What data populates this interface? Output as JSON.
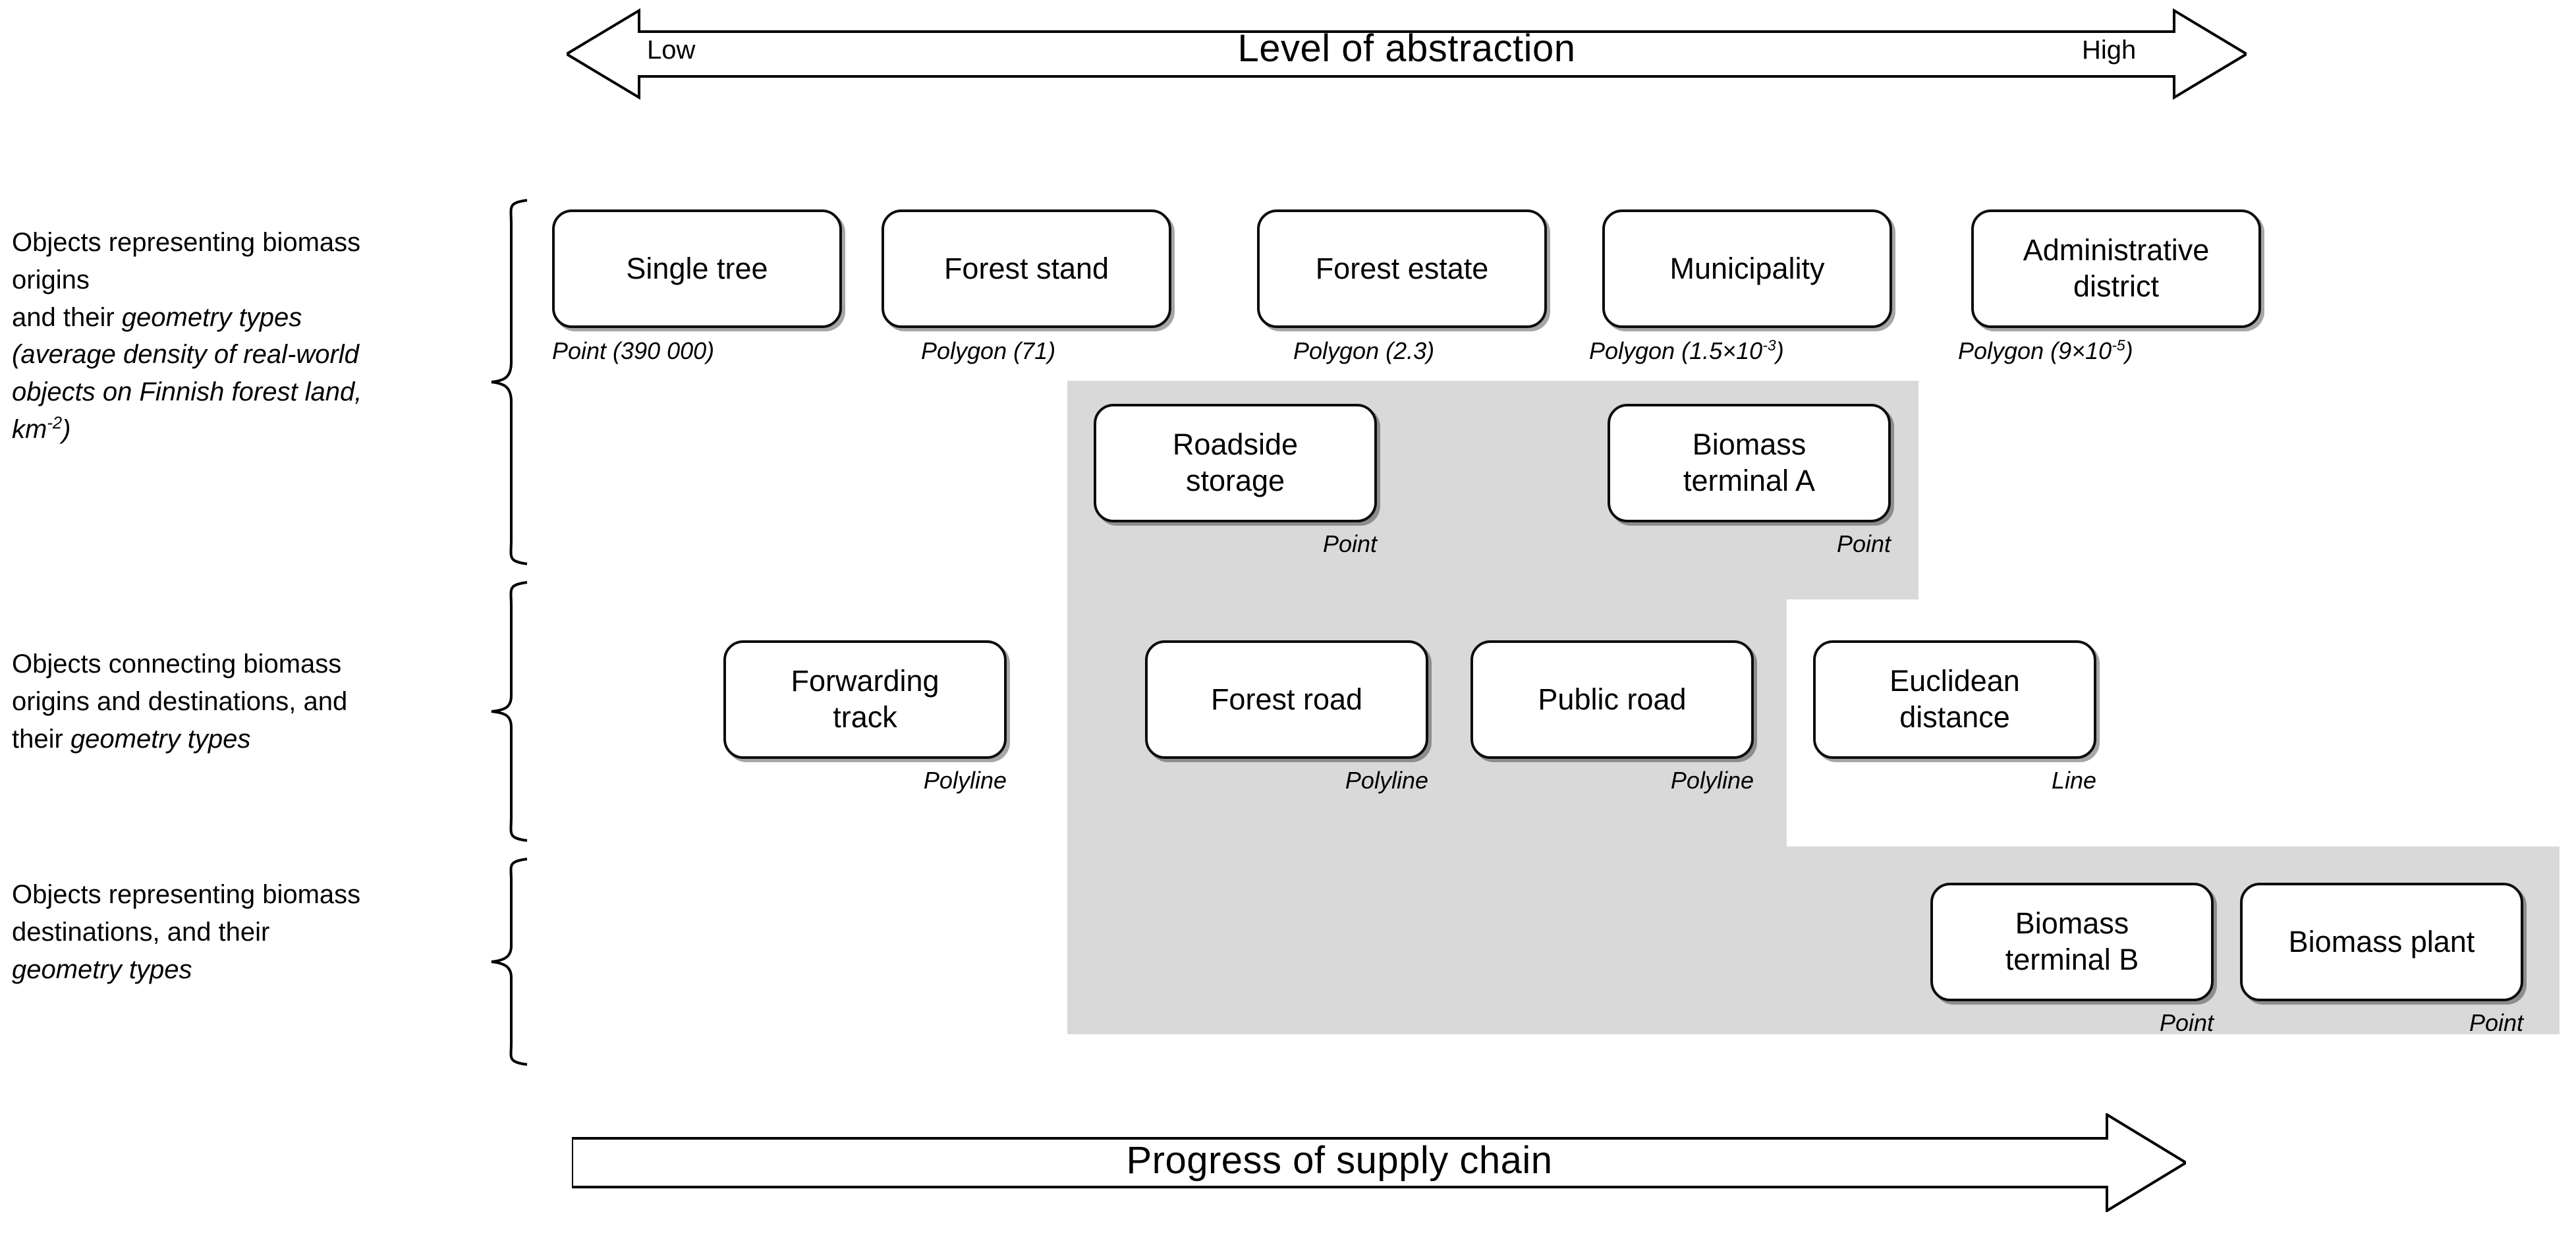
{
  "axes": {
    "top": {
      "title": "Level of abstraction",
      "left_end": "Low",
      "right_end": "High",
      "direction": "double"
    },
    "bottom": {
      "title": "Progress of supply chain",
      "direction": "right"
    }
  },
  "row_labels": [
    {
      "id": "origins",
      "lines": [
        "Objects representing biomass",
        "origins",
        "and their ",
        "(average density of real-world",
        "objects on Finnish forest land,",
        "km"
      ],
      "line1": "Objects representing biomass",
      "line2": "origins",
      "line3_plain": "and their ",
      "line3_italic": "geometry types",
      "line4_italic": "(average density of real-world",
      "line5_italic": "objects on Finnish forest land,",
      "line6_italic": "km",
      "line6_sup": "-2",
      "line6_tail": ")"
    },
    {
      "id": "connections",
      "line1": "Objects connecting biomass",
      "line2": "origins and destinations, and",
      "line3_plain": "their ",
      "line3_italic": "geometry types"
    },
    {
      "id": "destinations",
      "line1": "Objects representing biomass",
      "line2": "destinations, and their",
      "line3_italic": "geometry types"
    }
  ],
  "nodes": [
    {
      "id": "single-tree",
      "label": "Single tree",
      "geometry": "Point (390 000)",
      "geometry_align": "left"
    },
    {
      "id": "forest-stand",
      "label": "Forest stand",
      "geometry": "Polygon (71)",
      "geometry_align": "left"
    },
    {
      "id": "forest-estate",
      "label": "Forest estate",
      "geometry": "Polygon (2.3)",
      "geometry_align": "left"
    },
    {
      "id": "municipality",
      "label": "Municipality",
      "geometry": "Polygon (1.5×10",
      "geometry_sup": "-3",
      "geometry_tail": ")",
      "geometry_align": "left"
    },
    {
      "id": "administrative-district",
      "label_line1": "Administrative",
      "label_line2": "district",
      "geometry": "Polygon (9×10",
      "geometry_sup": "-5",
      "geometry_tail": ")",
      "geometry_align": "left"
    },
    {
      "id": "roadside-storage",
      "label_line1": "Roadside",
      "label_line2": "storage",
      "geometry": "Point",
      "geometry_align": "right"
    },
    {
      "id": "biomass-terminal-a",
      "label_line1": "Biomass",
      "label_line2": "terminal A",
      "geometry": "Point",
      "geometry_align": "right"
    },
    {
      "id": "forwarding-track",
      "label_line1": "Forwarding",
      "label_line2": "track",
      "geometry": "Polyline",
      "geometry_align": "right"
    },
    {
      "id": "forest-road",
      "label": "Forest road",
      "geometry": "Polyline",
      "geometry_align": "right"
    },
    {
      "id": "public-road",
      "label": "Public road",
      "geometry": "Polyline",
      "geometry_align": "right"
    },
    {
      "id": "euclidean-distance",
      "label_line1": "Euclidean",
      "label_line2": "distance",
      "geometry": "Line",
      "geometry_align": "right"
    },
    {
      "id": "biomass-terminal-b",
      "label_line1": "Biomass",
      "label_line2": "terminal B",
      "geometry": "Point",
      "geometry_align": "right"
    },
    {
      "id": "biomass-plant",
      "label": "Biomass plant",
      "geometry": "Point",
      "geometry_align": "right"
    }
  ],
  "colors": {
    "highlight_band": "#d9d9d9",
    "box_border": "#0d0d0d",
    "box_fill": "#ffffff",
    "text": "#000000"
  }
}
